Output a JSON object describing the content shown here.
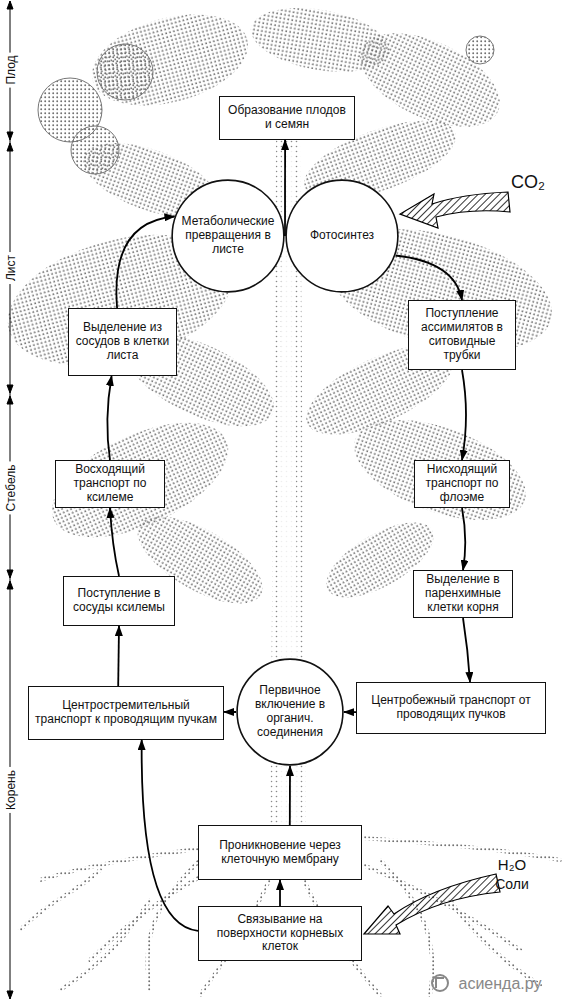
{
  "diagram": {
    "nodes": [
      {
        "text": [
          "Образование плодов и семян"
        ]
      },
      {
        "text": [
          "Метаболические превращения в листе"
        ]
      },
      {
        "text": [
          "Фотосинтез"
        ]
      },
      {
        "text": [
          "Поступление ассимилятов в ситовидные трубки"
        ]
      },
      {
        "text": [
          "Нисходящий транспорт по флоэме"
        ]
      },
      {
        "text": [
          "Выделение в паренхимные клетки корня"
        ]
      },
      {
        "text": [
          "Центробежный транспорт от проводящих пучков"
        ]
      },
      {
        "text": [
          "Первичное включение в органич. соединения"
        ]
      },
      {
        "text": [
          "Центростремительный транспорт к проводящим пучкам"
        ]
      },
      {
        "text": [
          "Поступление в сосуды ксилемы"
        ]
      },
      {
        "text": [
          "Восходящий транспорт по ксилеме"
        ]
      },
      {
        "text": [
          "Выделение из сосудов в клетки листа"
        ]
      },
      {
        "text": [
          "Проникновение через клеточную мембрану"
        ]
      },
      {
        "text": [
          "Связывание на поверхности корневых клеток"
        ]
      }
    ],
    "edges": [
      {
        "from": 1,
        "to": 0,
        "arrow": "to"
      },
      {
        "from": 2,
        "to": 3,
        "arrow": "to"
      },
      {
        "from": 3,
        "to": 4,
        "arrow": "to"
      },
      {
        "from": 4,
        "to": 5,
        "arrow": "to"
      },
      {
        "from": 5,
        "to": 6,
        "arrow": "to"
      },
      {
        "from": 6,
        "to": 7,
        "arrow": "to"
      },
      {
        "from": 7,
        "to": 8,
        "arrow": "to"
      },
      {
        "from": 13,
        "to": 12,
        "arrow": "to"
      },
      {
        "from": 12,
        "to": 7,
        "arrow": "to"
      },
      {
        "from": 13,
        "to": 8,
        "arrow": "to"
      },
      {
        "from": 8,
        "to": 9,
        "arrow": "to"
      },
      {
        "from": 9,
        "to": 10,
        "arrow": "to"
      },
      {
        "from": 10,
        "to": 11,
        "arrow": "to"
      },
      {
        "from": 11,
        "to": 1,
        "arrow": "to"
      }
    ],
    "labels": [
      "Плод",
      "Лист",
      "Стебель",
      "Корень",
      "CO₂",
      "H₂O",
      "Соли",
      "асиенда.ру"
    ]
  }
}
